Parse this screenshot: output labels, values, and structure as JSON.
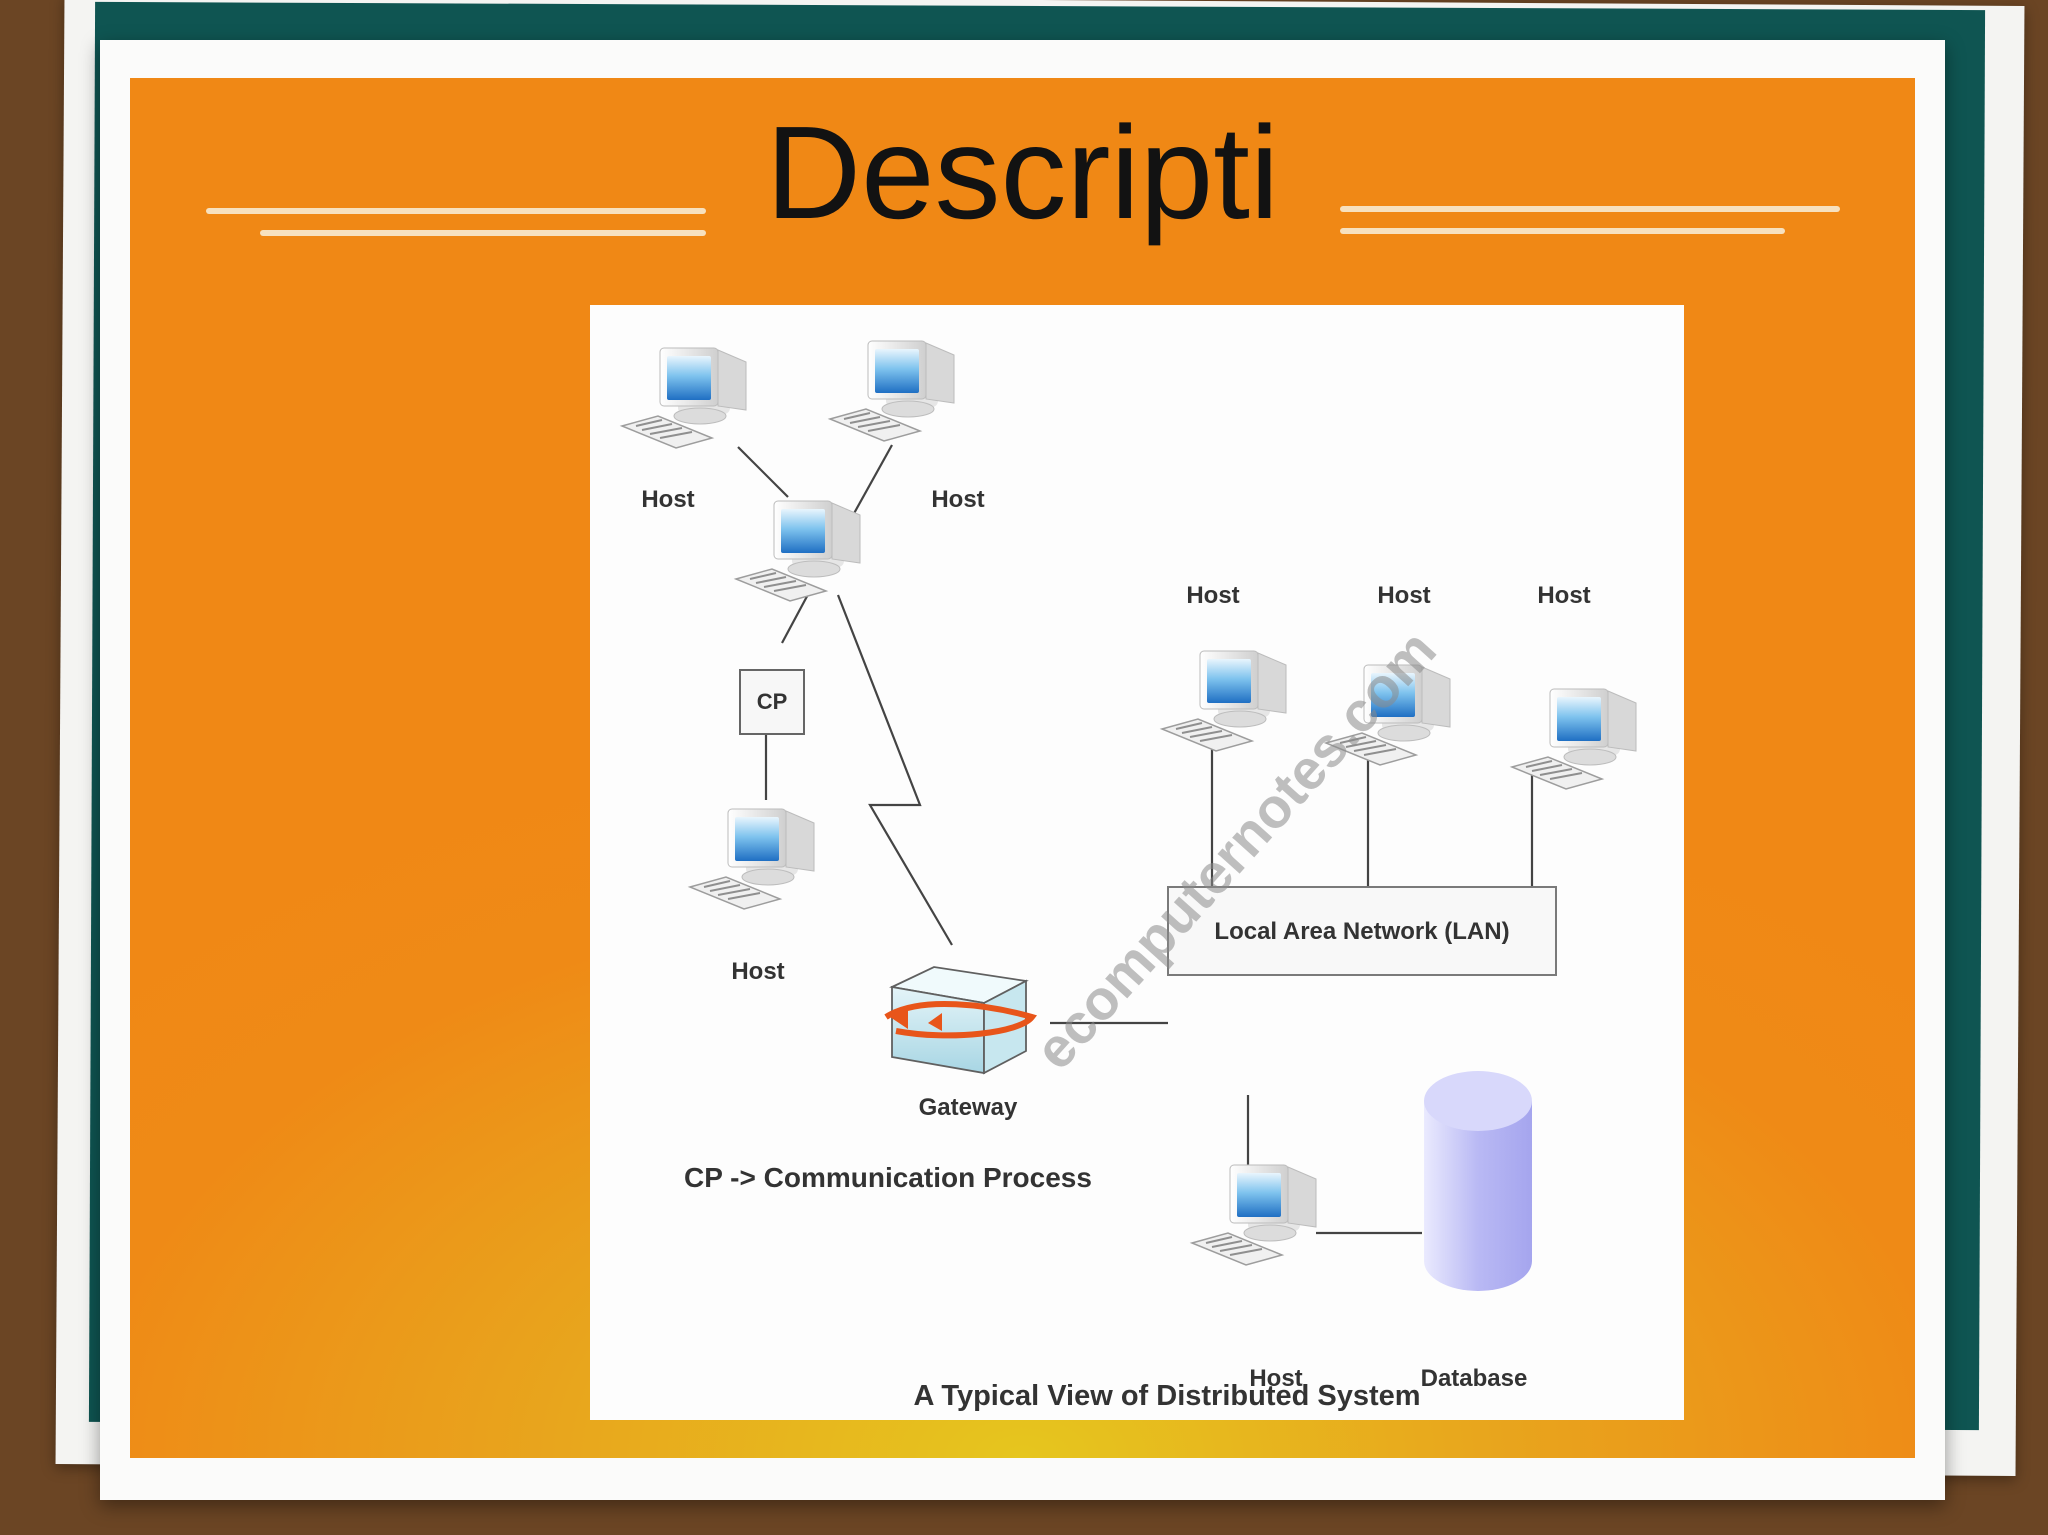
{
  "slide": {
    "title_line1": "Descripti",
    "title_line2": "on"
  },
  "diagram": {
    "nodes": {
      "host_top_left": "Host",
      "host_top_right": "Host",
      "cp_box": "CP",
      "host_bottom_left": "Host",
      "gateway": "Gateway",
      "lan_host_1": "Host",
      "lan_host_2": "Host",
      "lan_host_3": "Host",
      "lan_box": "Local Area Network (LAN)",
      "db_host": "Host",
      "database": "Database"
    },
    "legend": "CP -> Communication Process",
    "caption": "A Typical View of Distributed System",
    "watermark": "ecomputernotes.com"
  },
  "colors": {
    "slide_orange": "#f08815",
    "slide_yellow": "#e6c61e",
    "frame_brown": "#6b4524",
    "frame_teal": "#0f5552",
    "monitor_blue": "#2a8ad8",
    "gateway_arrow": "#e8551a",
    "database_fill": "#b8b8f4"
  }
}
